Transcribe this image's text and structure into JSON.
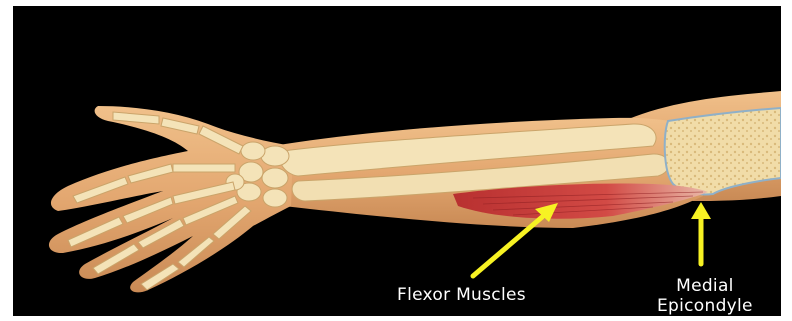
{
  "labels": {
    "flexor": "Flexor Muscles",
    "medial_line1": "Medial",
    "medial_line2": "Epicondyle"
  },
  "colors": {
    "background": "#000000",
    "border": "#ffffff",
    "skin": "#e8b07a",
    "bone": "#f3e2b8",
    "muscle": "#c8373a",
    "arrow": "#f7f223",
    "label_text": "#ffffff"
  }
}
